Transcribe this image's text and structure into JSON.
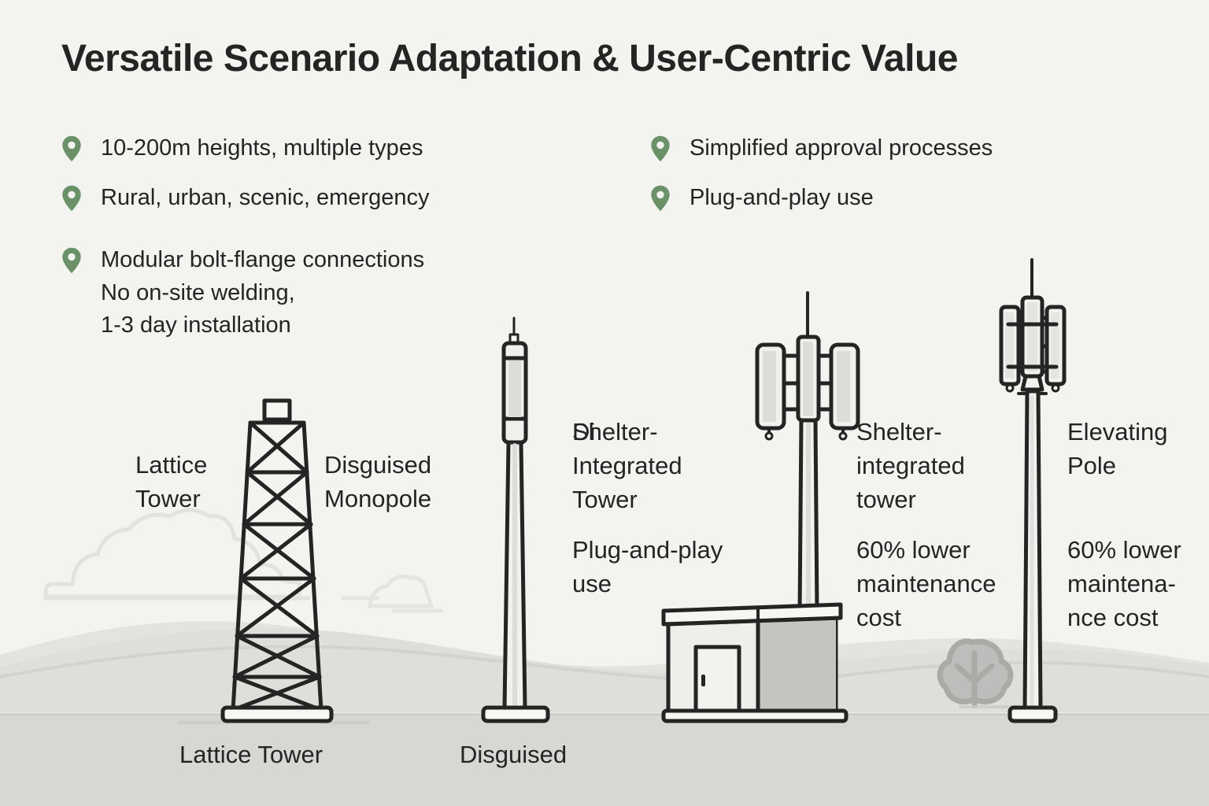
{
  "title": "Versatile Scenario Adaptation & User-Centric Value",
  "colors": {
    "background": "#f3f3f0",
    "ground": "#d7d8d4",
    "ink": "#242424",
    "pin_green": "#6b9169",
    "hill": "#dcdcd8",
    "cloud": "#e4e4e0",
    "tree": "#a9aba7"
  },
  "bullets": {
    "left": [
      {
        "icon": "location-pin-icon",
        "text": "10-200m heights, multiple types"
      },
      {
        "icon": "location-pin-icon",
        "text": "Rural, urban, scenic, emergency"
      },
      {
        "icon": "location-pin-icon",
        "text": "Modular bolt-flange connections\nNo on-site welding,\n1-3 day installation"
      }
    ],
    "right": [
      {
        "icon": "location-pin-icon",
        "text": "Simplified approval processes"
      },
      {
        "icon": "location-pin-icon",
        "text": "Plug-and-play use"
      }
    ]
  },
  "towers": [
    {
      "key": "lattice-tower",
      "label": "Lattice\nTower",
      "sub": "",
      "caption": "Lattice Tower"
    },
    {
      "key": "disguised-monopole",
      "label": "Disguised\nMonopole",
      "sub": "",
      "caption": "Disguised"
    },
    {
      "key": "shelter-integrated-tower",
      "label": "Shelter-\nIntegrated\nTower",
      "label_overlap": "Di",
      "sub": "Plug-and-play\nuse",
      "caption": ""
    },
    {
      "key": "shelter-integrated-tower-2",
      "label": "Shelter-\nintegrated\ntower",
      "sub": "60% lower\nmaintenance\ncost",
      "caption": ""
    },
    {
      "key": "elevating-pole",
      "label": "Elevating\nPole",
      "sub": "60% lower\nmaintena-\nnce cost",
      "caption": ""
    }
  ]
}
